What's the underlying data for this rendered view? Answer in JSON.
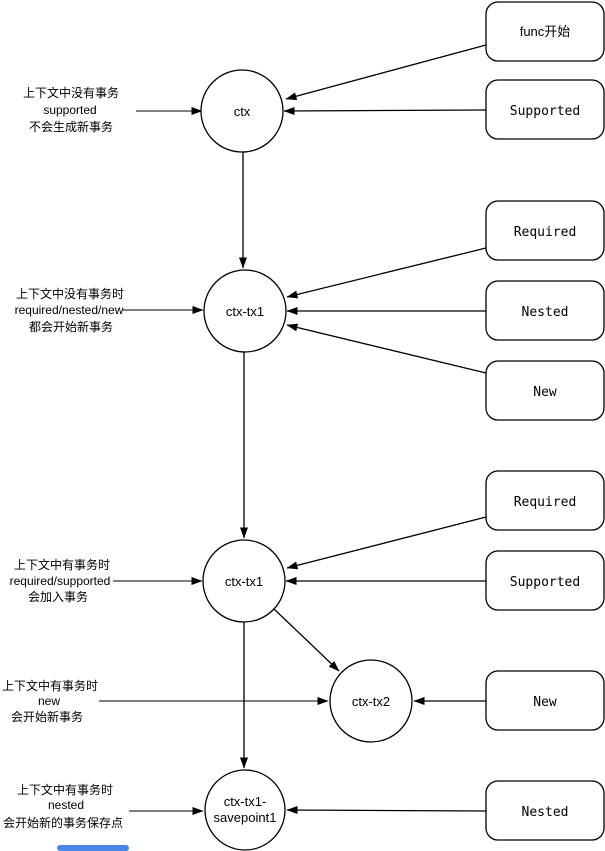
{
  "colors": {
    "stroke": "#000000",
    "shape_fill": "#ffffff",
    "background": "#ffffff",
    "blue_bar": "#4a86e8"
  },
  "nodes": {
    "ctx": {
      "label": "ctx"
    },
    "tx1_top": {
      "label": "ctx-tx1"
    },
    "tx1_mid": {
      "label": "ctx-tx1"
    },
    "tx2": {
      "label": "ctx-tx2"
    },
    "savepoint": {
      "line1": "ctx-tx1-",
      "line2": "savepoint1"
    }
  },
  "boxes": {
    "func_start": {
      "label": "func开始"
    },
    "supported_1": {
      "label": "Supported"
    },
    "required_1": {
      "label": "Required"
    },
    "nested_1": {
      "label": "Nested"
    },
    "new_1": {
      "label": "New"
    },
    "required_2": {
      "label": "Required"
    },
    "supported_2": {
      "label": "Supported"
    },
    "new_2": {
      "label": "New"
    },
    "nested_2": {
      "label": "Nested"
    }
  },
  "notes": {
    "no_tx_supported": {
      "line1": "上下文中没有事务",
      "line2": "supported",
      "line3": "不会生成新事务"
    },
    "no_tx_start": {
      "line1": "上下文中没有事务时",
      "line2": "required/nested/new",
      "line3": "都会开始新事务"
    },
    "tx_join": {
      "line1": "上下文中有事务时",
      "line2": "required/supported",
      "line3": "会加入事务"
    },
    "tx_new": {
      "line1": "上下文中有事务时",
      "line2": "new",
      "line3": "会开始新事务"
    },
    "tx_nested": {
      "line1": "上下文中有事务时",
      "line2": "nested",
      "line3": "会开始新的事务保存点"
    }
  }
}
